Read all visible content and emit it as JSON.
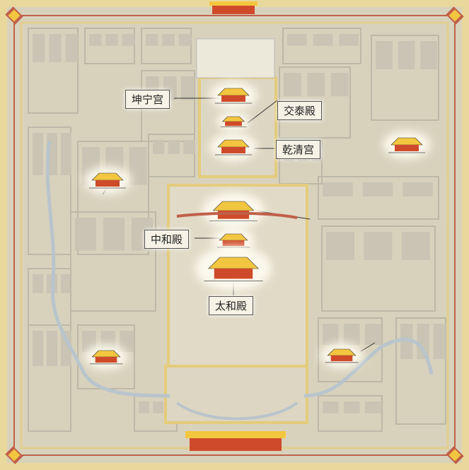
{
  "map": {
    "labels": {
      "kunning": "坤宁宫",
      "jiaotai": "交泰殿",
      "qianqing": "乾清宫",
      "zhonghe": "中和殿",
      "taihe": "太和殿"
    },
    "colors": {
      "ground": "#d8d2bd",
      "outer_wall": "#e9d89c",
      "red_wall": "#c0604a",
      "roof": "#f3c640",
      "body": "#cf4a2a",
      "block": "#c9c4b3"
    }
  }
}
